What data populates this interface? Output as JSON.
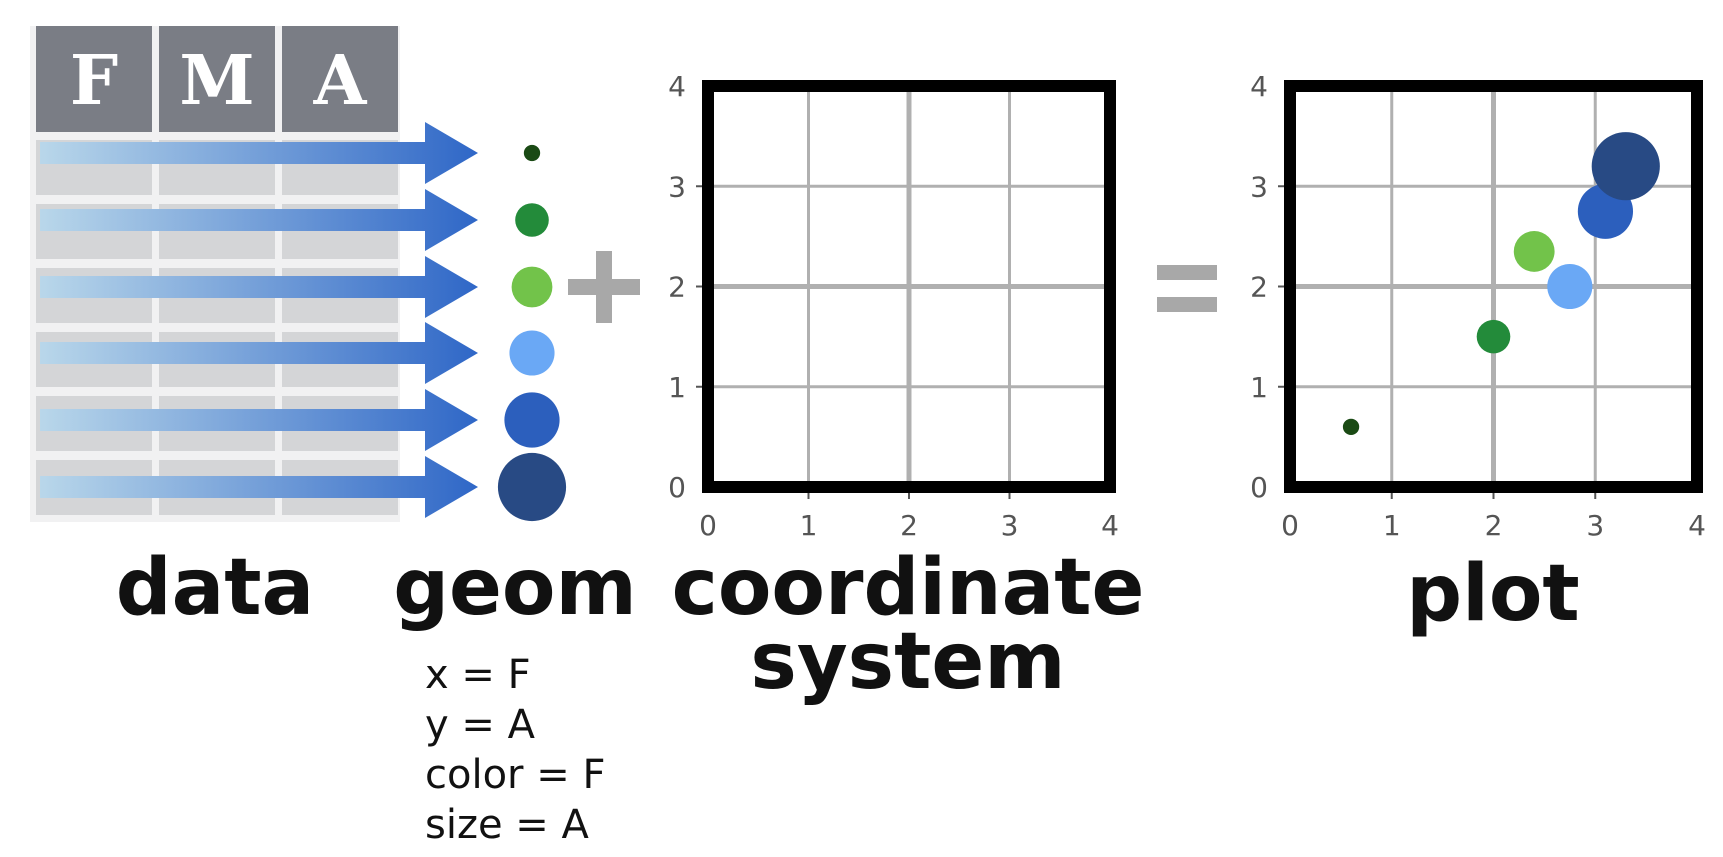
{
  "table": {
    "headers": [
      "F",
      "M",
      "A"
    ],
    "row_count": 6,
    "header_color": "#7a7d85",
    "cell_color": "#d4d5d7"
  },
  "arrow": {
    "color_start": "#b9d7ea",
    "color_end": "#2f67c7"
  },
  "geom_points": [
    {
      "size": 0.3,
      "color": "#1a4a14"
    },
    {
      "size": 1.5,
      "color": "#238b3a"
    },
    {
      "size": 2.0,
      "color": "#72c34a"
    },
    {
      "size": 2.3,
      "color": "#6aa8f5"
    },
    {
      "size": 3.0,
      "color": "#2c5fbd"
    },
    {
      "size": 3.9,
      "color": "#284a84"
    }
  ],
  "labels": {
    "data": "data",
    "geom": "geom",
    "coord_line1": "coordinate",
    "coord_line2": "system",
    "plot": "plot"
  },
  "mappings": [
    "x = F",
    "y = A",
    "color = F",
    "size = A"
  ],
  "operators": {
    "plus": "+",
    "equals": "="
  },
  "coord_axes": {
    "x_ticks": [
      "0",
      "1",
      "2",
      "3",
      "4"
    ],
    "y_ticks": [
      "0",
      "1",
      "2",
      "3",
      "4"
    ]
  },
  "chart_data": {
    "type": "scatter",
    "x_range": [
      0,
      4
    ],
    "y_range": [
      0,
      4
    ],
    "x_ticks": [
      "0",
      "1",
      "2",
      "3",
      "4"
    ],
    "y_ticks": [
      "0",
      "1",
      "2",
      "3",
      "4"
    ],
    "grid": true,
    "points": [
      {
        "x": 0.6,
        "y": 0.6,
        "size": 0.3,
        "color": "#1a4a14"
      },
      {
        "x": 2.0,
        "y": 1.5,
        "size": 1.5,
        "color": "#238b3a"
      },
      {
        "x": 2.4,
        "y": 2.35,
        "size": 2.0,
        "color": "#72c34a"
      },
      {
        "x": 2.75,
        "y": 2.0,
        "size": 2.3,
        "color": "#6aa8f5"
      },
      {
        "x": 3.1,
        "y": 2.75,
        "size": 3.0,
        "color": "#2c5fbd"
      },
      {
        "x": 3.3,
        "y": 3.2,
        "size": 3.9,
        "color": "#284a84"
      }
    ]
  }
}
